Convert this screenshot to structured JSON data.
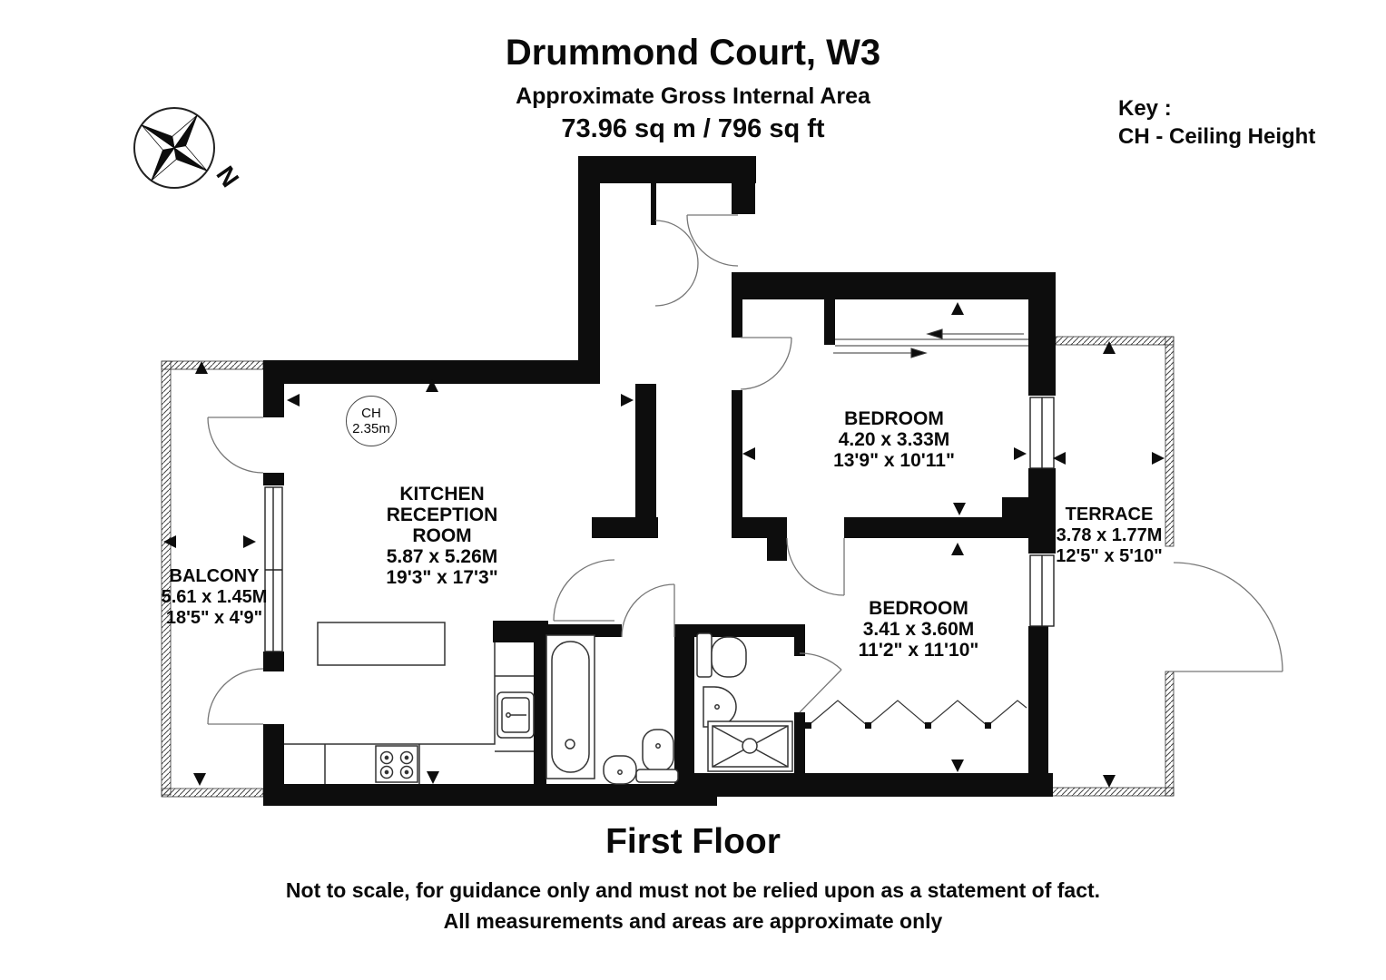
{
  "header": {
    "title": "Drummond Court, W3",
    "subtitle": "Approximate Gross Internal Area",
    "area": "73.96 sq m / 796 sq ft",
    "key_title": "Key :",
    "key_item": "CH - Ceiling Height"
  },
  "compass": {
    "label": "N"
  },
  "ceiling_height": {
    "label": "CH",
    "value": "2.35m"
  },
  "rooms": {
    "kitchen": {
      "name_lines": [
        "KITCHEN",
        "RECEPTION",
        "ROOM"
      ],
      "metric": "5.87 x 5.26M",
      "imperial": "19'3\" x 17'3\""
    },
    "balcony": {
      "name": "BALCONY",
      "metric": "5.61 x 1.45M",
      "imperial": "18'5\" x 4'9\""
    },
    "bedroom1": {
      "name": "BEDROOM",
      "metric": "4.20 x 3.33M",
      "imperial": "13'9\" x 10'11\""
    },
    "bedroom2": {
      "name": "BEDROOM",
      "metric": "3.41 x 3.60M",
      "imperial": "11'2\" x 11'10\""
    },
    "terrace": {
      "name": "TERRACE",
      "metric": "3.78 x 1.77M",
      "imperial": "12'5\" x 5'10\""
    }
  },
  "footer": {
    "floor": "First Floor",
    "disclaimer1": "Not to scale, for guidance only and must not be relied upon as a statement of fact.",
    "disclaimer2": "All measurements and areas are approximate only"
  },
  "colors": {
    "wall": "#0d0d0d",
    "line": "#555555"
  }
}
